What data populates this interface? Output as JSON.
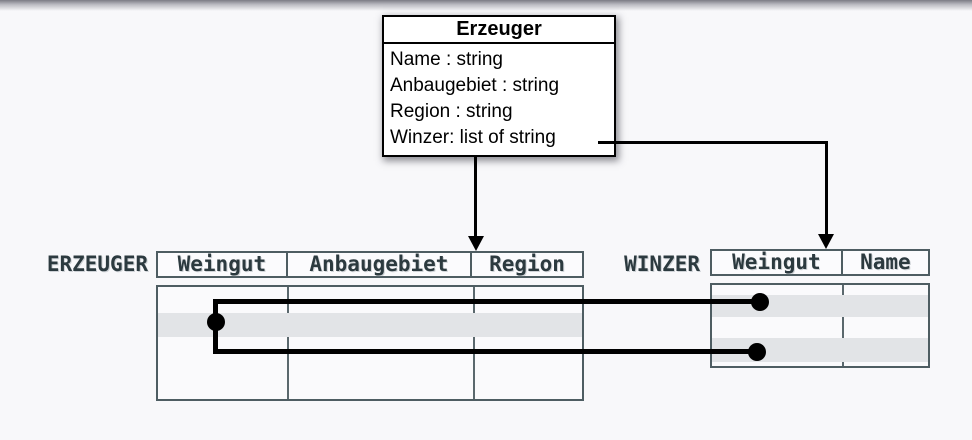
{
  "uml_class": {
    "title": "Erzeuger",
    "attributes": [
      "Name : string",
      "Anbaugebiet : string",
      "Region : string",
      "Winzer: list of string"
    ]
  },
  "relational_tables": {
    "erzeuger": {
      "label": "ERZEUGER",
      "columns": [
        "Weingut",
        "Anbaugebiet",
        "Region"
      ]
    },
    "winzer": {
      "label": "WINZER",
      "columns": [
        "Weingut",
        "Name"
      ]
    }
  },
  "colors": {
    "page_background": "#f8f8fa",
    "table_border": "#4e5d62",
    "table_text": "#2c3a3f",
    "row_highlight": "#e2e4e7",
    "diagram_line": "#000000"
  }
}
